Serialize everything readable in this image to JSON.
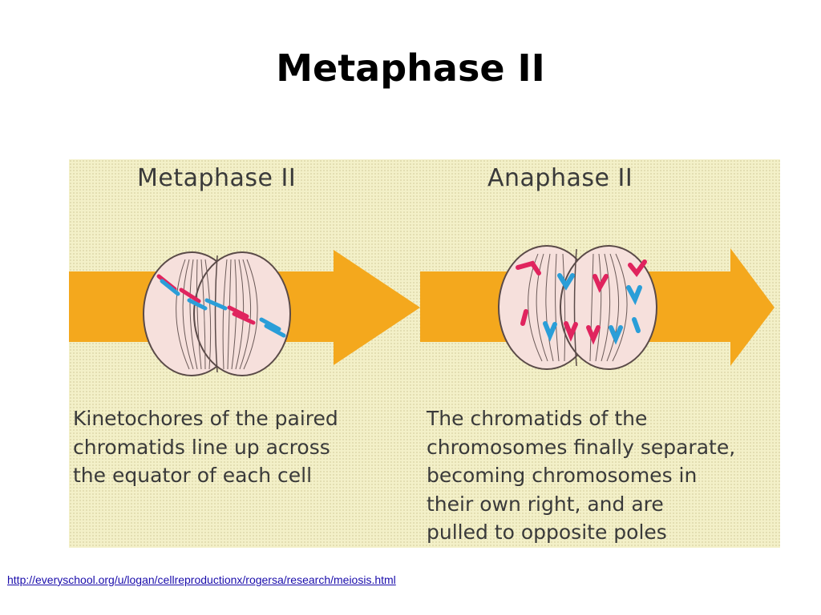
{
  "slide": {
    "title": "Metaphase II",
    "source_url": "http://everyschool.org/u/logan/cellreproductionx/rogersa/research/meiosis.html"
  },
  "figure": {
    "left_panel": {
      "title": "Metaphase II",
      "caption": "Kinetochores of the paired\nchromatids line up across\nthe equator of each cell"
    },
    "right_panel": {
      "title": "Anaphase II",
      "caption": "The chromatids of the\nchromosomes finally separate,\nbecoming chromosomes in\ntheir own right, and are\npulled to opposite poles"
    },
    "colors": {
      "background": "#f3f0c8",
      "arrow": "#f4a81d",
      "cell_fill": "#f6e0dc",
      "cell_outline": "#5a4a48",
      "chromatid_red": "#e0245e",
      "chromatid_blue": "#2a9ed8"
    }
  }
}
